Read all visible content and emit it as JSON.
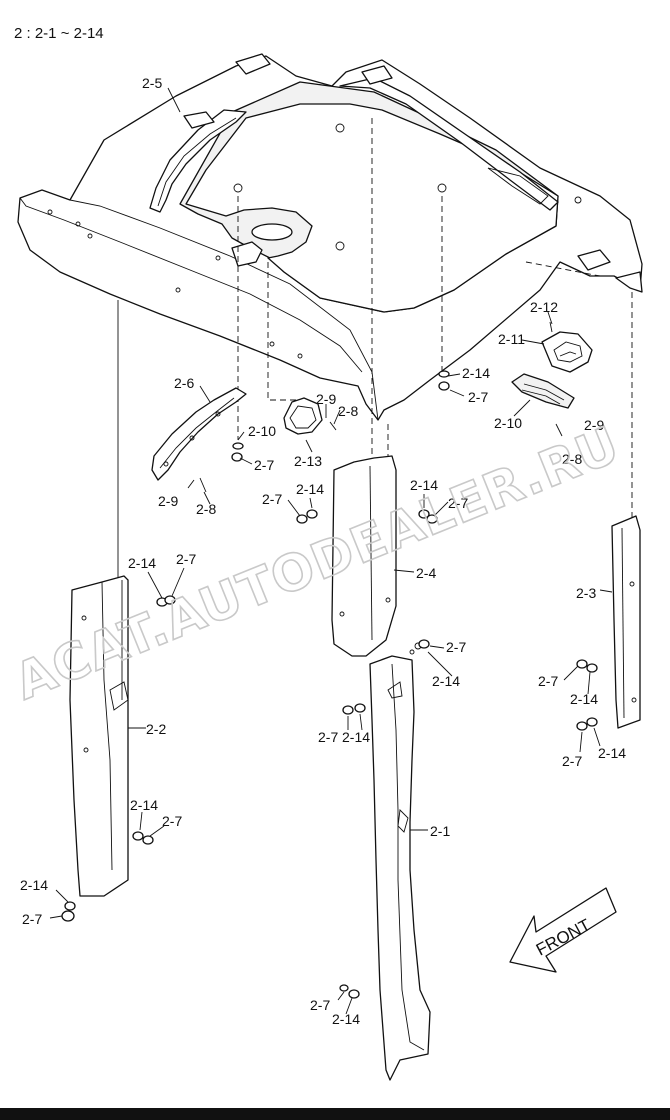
{
  "header": {
    "title": "2 : 2-1 ~ 2-14"
  },
  "watermark": {
    "text": "ACAT.AUTODEALER.RU"
  },
  "front_label": "FRONT",
  "callouts": {
    "c2_5": "2-5",
    "c2_6": "2-6",
    "c2_12": "2-12",
    "c2_11": "2-11",
    "c2_14a": "2-14",
    "c2_7a": "2-7",
    "c2_10a": "2-10",
    "c2_9a": "2-9",
    "c2_8a": "2-8",
    "c2_9b": "2-9",
    "c2_8b": "2-8",
    "c2_10b": "2-10",
    "c2_7b": "2-7",
    "c2_13": "2-13",
    "c2_9c": "2-9",
    "c2_8c": "2-8",
    "c2_7c": "2-7",
    "c2_14b": "2-14",
    "c2_14c": "2-14",
    "c2_7d": "2-7",
    "c2_4": "2-4",
    "c2_14d": "2-14",
    "c2_7e": "2-7",
    "c2_3": "2-3",
    "c2_7f": "2-7",
    "c2_14e": "2-14",
    "c2_7g": "2-7",
    "c2_14f": "2-14",
    "c2_2": "2-2",
    "c2_7h": "2-7",
    "c2_14g": "2-14",
    "c2_7i": "2-7",
    "c2_14h": "2-14",
    "c2_14i": "2-14",
    "c2_7j": "2-7",
    "c2_1": "2-1",
    "c2_14j": "2-14",
    "c2_7k": "2-7",
    "c2_7l": "2-7",
    "c2_14k": "2-14"
  }
}
